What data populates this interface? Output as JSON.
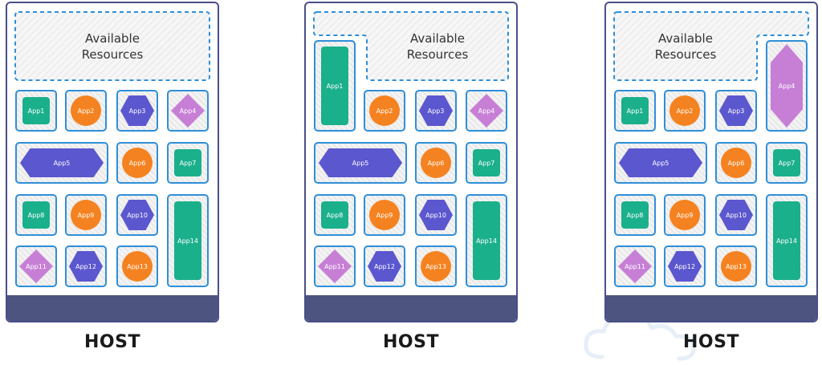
{
  "diagrams": [
    {
      "host_label": "HOST",
      "resources": {
        "line1": "Available",
        "line2": "Resources"
      },
      "apps": {
        "app1": "App1",
        "app2": "App2",
        "app3": "App3",
        "app4": "App4",
        "app5": "App5",
        "app6": "App6",
        "app7": "App7",
        "app8": "App8",
        "app9": "App9",
        "app10": "App10",
        "app11": "App11",
        "app12": "App12",
        "app13": "App13",
        "app14": "App14"
      }
    },
    {
      "host_label": "HOST",
      "resources": {
        "line1": "Available",
        "line2": "Resources"
      },
      "apps": {
        "app1": "App1",
        "app2": "App2",
        "app3": "App3",
        "app4": "App4",
        "app5": "App5",
        "app6": "App6",
        "app7": "App7",
        "app8": "App8",
        "app9": "App9",
        "app10": "App10",
        "app11": "App11",
        "app12": "App12",
        "app13": "App13",
        "app14": "App14"
      }
    },
    {
      "host_label": "HOST",
      "resources": {
        "line1": "Available",
        "line2": "Resources"
      },
      "apps": {
        "app1": "App1",
        "app2": "App2",
        "app3": "App3",
        "app4": "App4",
        "app5": "App5",
        "app6": "App6",
        "app7": "App7",
        "app8": "App8",
        "app9": "App9",
        "app10": "App10",
        "app11": "App11",
        "app12": "App12",
        "app13": "App13",
        "app14": "App14"
      }
    }
  ],
  "colors": {
    "teal": "#1bb08c",
    "orange": "#f58220",
    "indigo": "#5b57cf",
    "violet": "#c77fd6",
    "slot_border": "#2f8fd8",
    "host_border": "#4a4f8a",
    "host_bar": "#4d5480"
  }
}
